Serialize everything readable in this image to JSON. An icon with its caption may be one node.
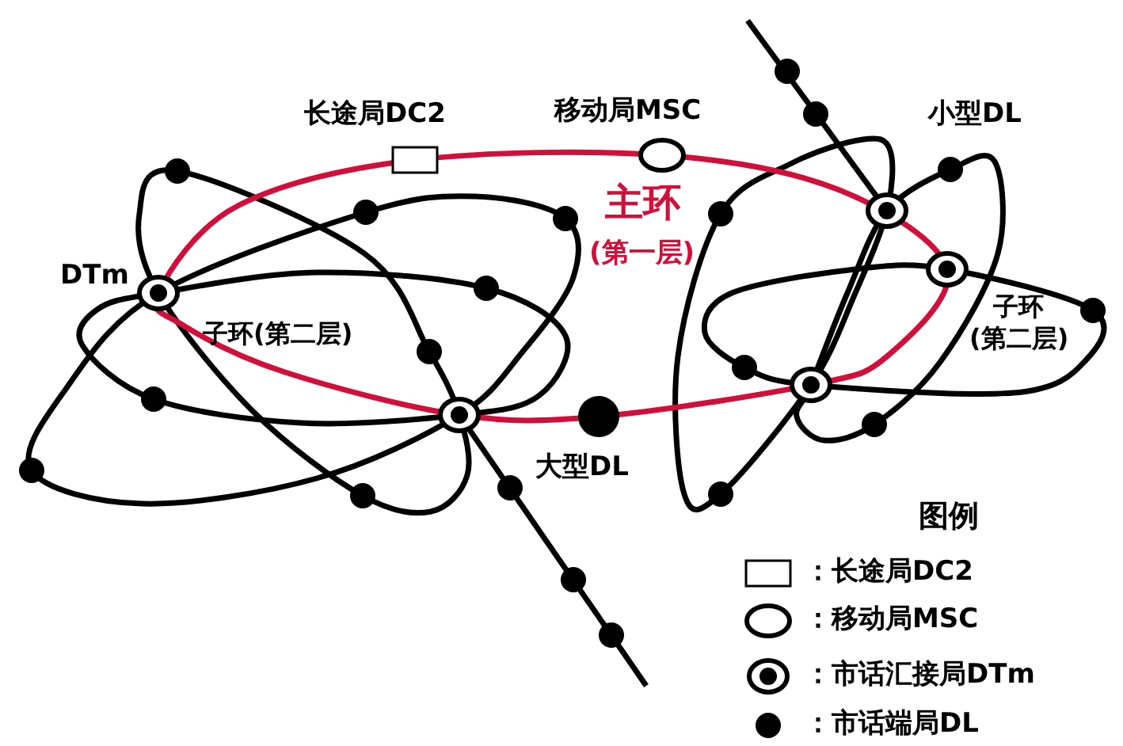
{
  "diagram": {
    "nodes": [
      {
        "text": [
          "长途局DC2"
        ]
      },
      {
        "text": [
          "移动局MSC"
        ]
      },
      {
        "text": [
          "DTm"
        ]
      },
      {
        "text": [
          "大型DL"
        ]
      },
      {
        "text": [],
        "shape": "ring"
      },
      {
        "text": [],
        "shape": "ring"
      },
      {
        "text": [],
        "shape": "ring"
      },
      {
        "text": [],
        "shape": "ring"
      },
      {
        "text": [],
        "shape": "circle"
      },
      {
        "text": [],
        "shape": "circle"
      },
      {
        "text": [],
        "shape": "circle"
      },
      {
        "text": [],
        "shape": "circle"
      },
      {
        "text": [],
        "shape": "circle"
      },
      {
        "text": [],
        "shape": "circle"
      },
      {
        "text": [],
        "shape": "circle"
      },
      {
        "text": [],
        "shape": "circle"
      },
      {
        "text": [],
        "shape": "circle"
      },
      {
        "text": [],
        "shape": "circle"
      },
      {
        "text": [],
        "shape": "circle"
      },
      {
        "text": [],
        "shape": "circle"
      },
      {
        "text": [],
        "shape": "circle"
      },
      {
        "text": [],
        "shape": "circle"
      },
      {
        "text": [],
        "shape": "circle"
      },
      {
        "text": [],
        "shape": "circle"
      },
      {
        "text": [],
        "shape": "circle"
      },
      {
        "text": [],
        "shape": "circle"
      },
      {
        "text": [],
        "shape": "circle"
      }
    ],
    "labels": [
      "小型DL",
      "主环",
      "(第一层)",
      "子环(第二层)",
      "子环(第二层)",
      "图例"
    ],
    "legend": [
      {
        "text": "：长途局DC2"
      },
      {
        "text": "：移动局MSC"
      },
      {
        "text": "：市话汇接局DTm"
      },
      {
        "text": "：市话端局DL"
      }
    ]
  }
}
